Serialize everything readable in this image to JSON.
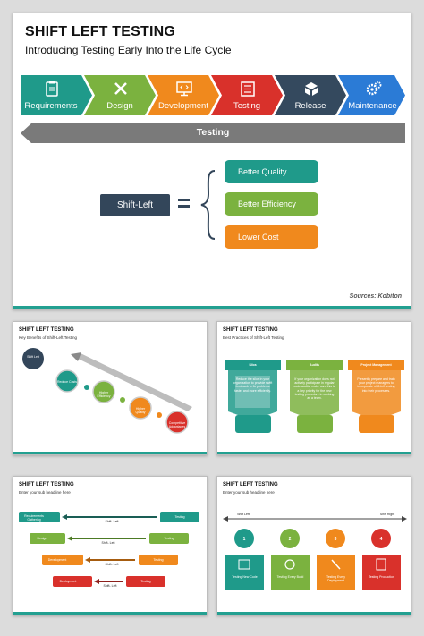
{
  "main": {
    "title": "SHIFT LEFT TESTING",
    "subtitle": "Introducing Testing Early Into the Life Cycle",
    "stages": [
      {
        "label": "Requirements",
        "color": "#1f9a8a",
        "icon": "clipboard-icon"
      },
      {
        "label": "Design",
        "color": "#7bb23f",
        "icon": "tools-icon"
      },
      {
        "label": "Development",
        "color": "#f0891d",
        "icon": "monitor-code-icon"
      },
      {
        "label": "Testing",
        "color": "#d9312b",
        "icon": "checklist-icon"
      },
      {
        "label": "Release",
        "color": "#34495e",
        "icon": "box-icon"
      },
      {
        "label": "Maintenance",
        "color": "#2b7bd6",
        "icon": "gears-icon"
      }
    ],
    "testing_arrow": "Testing",
    "shift_left": "Shift-Left",
    "benefits": [
      {
        "label": "Better Quality",
        "color": "#1f9a8a"
      },
      {
        "label": "Better Efficiency",
        "color": "#7bb23f"
      },
      {
        "label": "Lower Cost",
        "color": "#f0891d"
      }
    ],
    "sources": "Sources: Kobiton"
  },
  "thumb1": {
    "title": "SHIFT LEFT TESTING",
    "subtitle": "Key Benefits of Shift-Left Testing",
    "start": "Shift Left",
    "steps": [
      "Reduce Costs",
      "Higher Efficiency",
      "Higher Quality",
      "Competitive Advantages"
    ]
  },
  "thumb2": {
    "title": "SHIFT LEFT TESTING",
    "subtitle": "Best Practices of Shift-Left Testing",
    "cards": [
      {
        "title": "Silos",
        "color": "#1f9a8a",
        "text": "Reduce the silos in your organization to provide swift feedback to fix problems faster and more efficiently."
      },
      {
        "title": "Audits",
        "color": "#7bb23f",
        "text": "If your organization does not actively participate in regular code audits, make sure this is a key priority for the new testing procedure in working as a team."
      },
      {
        "title": "Project Management",
        "color": "#f0891d",
        "text": "Presently prepare and train your project managers to incorporate shift-left testing into their processes."
      }
    ]
  },
  "thumb3": {
    "title": "SHIFT LEFT TESTING",
    "subtitle": "Enter your sub headline here",
    "rows": [
      {
        "left": "Requirements Gathering",
        "right": "Testing",
        "arrow": "Shift- Left",
        "color": "#1f9a8a"
      },
      {
        "left": "Design",
        "right": "Testing",
        "arrow": "Shift- Left",
        "color": "#7bb23f"
      },
      {
        "left": "Development",
        "right": "Testing",
        "arrow": "Shift- Left",
        "color": "#f0891d"
      },
      {
        "left": "Deployment",
        "right": "Testing",
        "arrow": "Shift- Left",
        "color": "#d9312b"
      }
    ]
  },
  "thumb4": {
    "title": "SHIFT LEFT TESTING",
    "subtitle": "Enter your sub headline here",
    "shift_left": "Shift Left",
    "shift_right": "Shift Right",
    "items": [
      {
        "num": "1",
        "label": "Testing New Code",
        "color": "#1f9a8a"
      },
      {
        "num": "2",
        "label": "Testing Every Build",
        "color": "#7bb23f"
      },
      {
        "num": "3",
        "label": "Testing Every Deployment",
        "color": "#f0891d"
      },
      {
        "num": "4",
        "label": "Testing Production",
        "color": "#d9312b"
      }
    ]
  }
}
